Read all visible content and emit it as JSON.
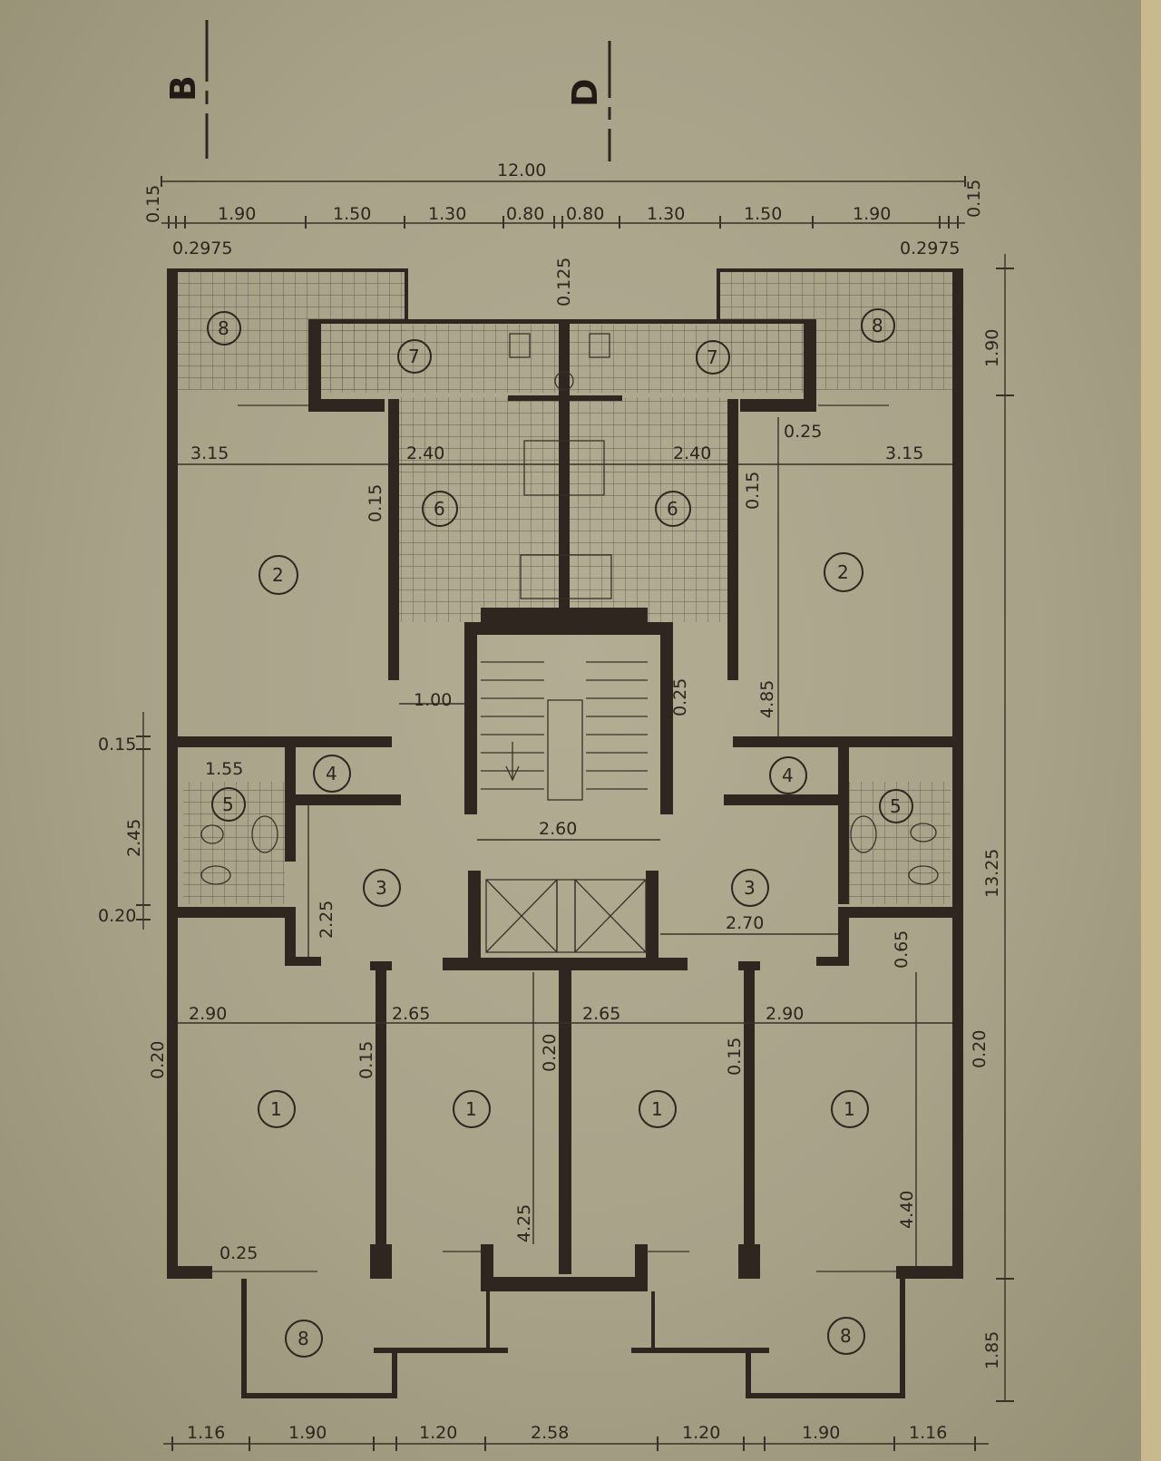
{
  "section_marks": [
    "B",
    "D"
  ],
  "dims_top": {
    "overall": "12.00",
    "edge_left": "0.15",
    "edge_right": "0.15",
    "segments": [
      "1.90",
      "1.50",
      "1.30",
      "0.80",
      "0.80",
      "1.30",
      "1.50",
      "1.90"
    ],
    "offset_left": "0.2975",
    "offset_right": "0.2975",
    "center_gap": "0.125"
  },
  "dims_bottom": [
    "1.16",
    "1.90",
    "1.20",
    "2.58",
    "1.20",
    "1.90",
    "1.16"
  ],
  "dims_right": [
    "1.90",
    "13.25",
    "1.85"
  ],
  "dims_left": [
    "0.15",
    "2.45",
    "0.20"
  ],
  "dims_interior": {
    "room2_width_l": "3.15",
    "room2_width_r": "3.15",
    "room6_width_l": "2.40",
    "room6_width_r": "2.40",
    "wall_l": "0.15",
    "wall_r": "0.15",
    "wall_top_r": "0.25",
    "corridor": "1.00",
    "stair_wall": "0.25",
    "room2_depth": "4.85",
    "bath_width": "1.55",
    "hall_depth": "2.25",
    "stair_width": "2.60",
    "hall_width_r": "2.70",
    "recess": "0.65",
    "room1_w1": "2.90",
    "room1_w2": "2.65",
    "room1_w3": "2.65",
    "room1_w4": "2.90",
    "wall_a": "0.20",
    "wall_b": "0.15",
    "wall_c": "0.20",
    "wall_d": "0.15",
    "wall_e": "0.20",
    "room1_depth_c": "4.25",
    "room1_depth_r": "4.40",
    "sill": "0.25"
  },
  "rooms": {
    "r8_tl": "8",
    "r7_l": "7",
    "r7_r": "7",
    "r8_tr": "8",
    "r6_l": "6",
    "r6_r": "6",
    "r2_l": "2",
    "r2_r": "2",
    "r4_l": "4",
    "r4_r": "4",
    "r5_l": "5",
    "r5_r": "5",
    "r3_l": "3",
    "r3_r": "3",
    "r1_a": "1",
    "r1_b": "1",
    "r1_c": "1",
    "r1_d": "1",
    "r8_bl": "8",
    "r8_br": "8"
  }
}
